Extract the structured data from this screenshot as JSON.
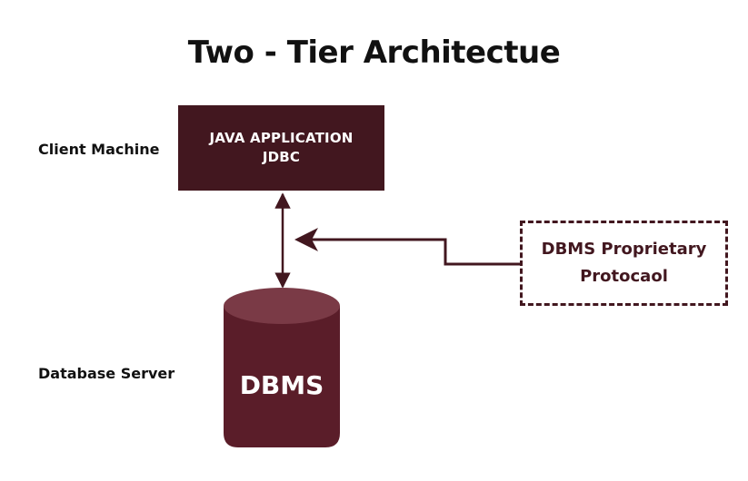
{
  "title": "Two - Tier Architectue",
  "labels": {
    "client": "Client Machine",
    "server": "Database Server"
  },
  "application_box": {
    "line1": "JAVA APPLICATION",
    "line2": "JDBC"
  },
  "protocol_box": {
    "line1": "DBMS Proprietary",
    "line2": "Protocaol"
  },
  "database": {
    "label": "DBMS"
  },
  "colors": {
    "primary": "#42171f",
    "cylinder_top": "#7a3a46",
    "cylinder_body": "#5a1d29"
  }
}
